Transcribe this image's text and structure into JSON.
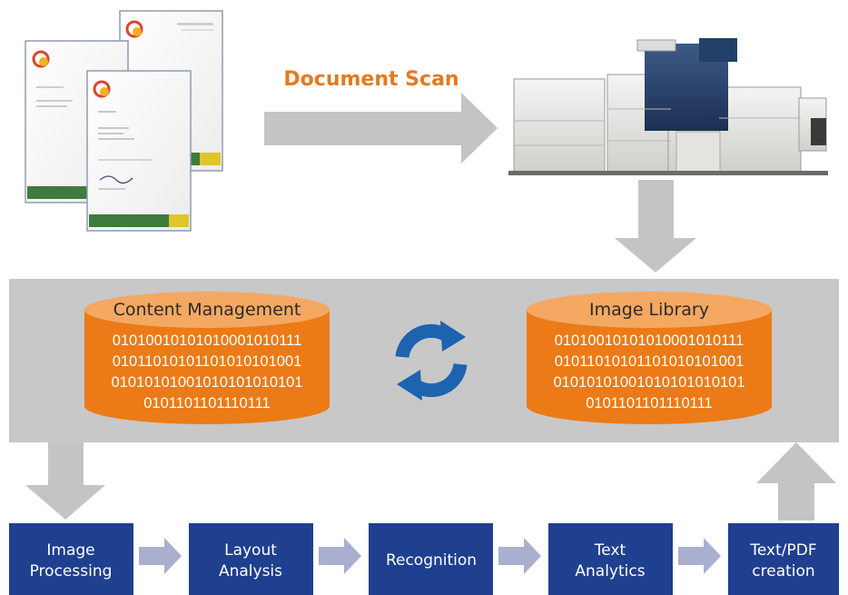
{
  "scan_label": "Document Scan",
  "repository": {
    "left_db": {
      "title": "Content Management",
      "binary_lines": [
        "01010010101010001010111",
        "01011010101101010101001",
        "01010101001010101010101",
        "0101101101110111"
      ]
    },
    "right_db": {
      "title": "Image Library",
      "binary_lines": [
        "01010010101010001010111",
        "01011010101101010101001",
        "01010101001010101010101",
        "0101101101110111"
      ]
    },
    "sync_icon": "sync-icon"
  },
  "steps": [
    {
      "lines": [
        "Image",
        "Processing"
      ]
    },
    {
      "lines": [
        "Layout",
        "Analysis"
      ]
    },
    {
      "lines": [
        "Recognition"
      ]
    },
    {
      "lines": [
        "Text",
        "Analytics"
      ]
    },
    {
      "lines": [
        "Text/PDF",
        "creation"
      ]
    }
  ],
  "colors": {
    "step_fill": "#1f3f8f",
    "db_fill": "#ec7a16",
    "db_top": "#f4a862",
    "band": "#c8c8c8",
    "arrow": "#c4c4c4",
    "small_arrow": "#a9b0cf",
    "sync": "#1d63b0",
    "scan_title": "#e47a20"
  }
}
